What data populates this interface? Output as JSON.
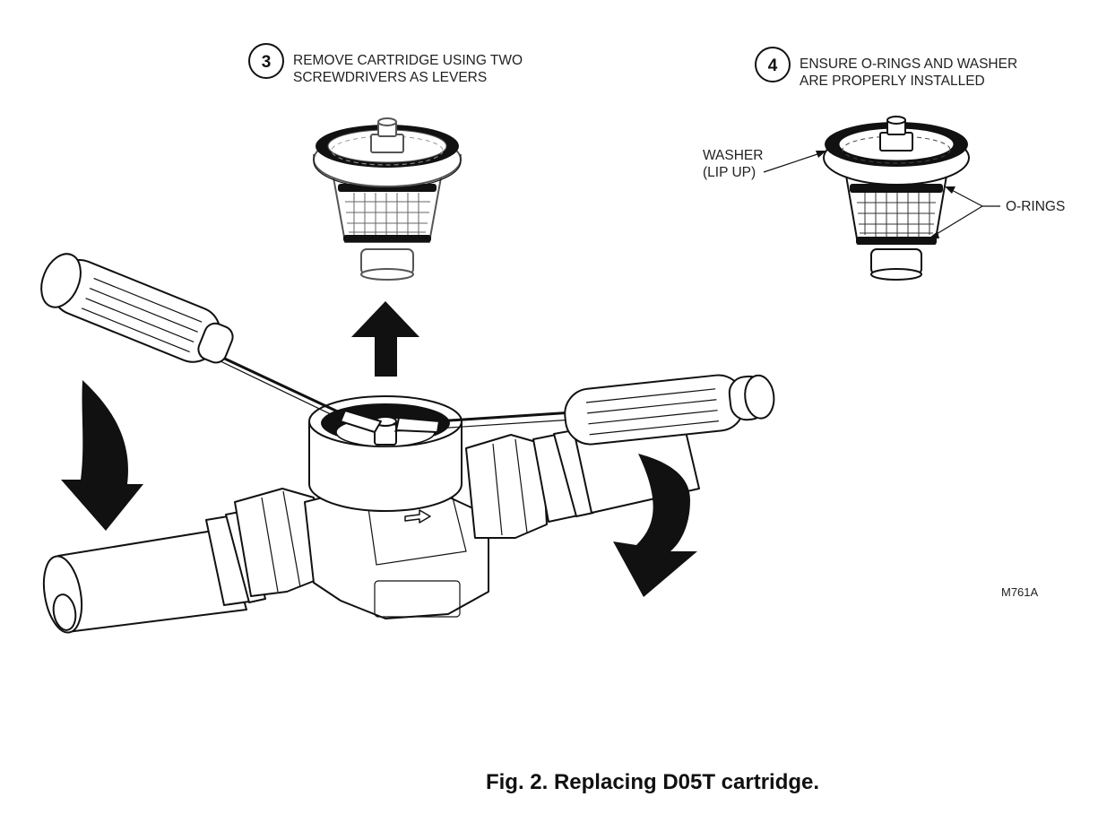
{
  "step3": {
    "number": "3",
    "line1": "REMOVE CARTRIDGE USING TWO",
    "line2": "SCREWDRIVERS AS LEVERS"
  },
  "step4": {
    "number": "4",
    "line1": "ENSURE O-RINGS AND WASHER",
    "line2": "ARE PROPERLY INSTALLED"
  },
  "callouts": {
    "washer_line1": "WASHER",
    "washer_line2": "(LIP UP)",
    "orings": "O-RINGS"
  },
  "figure_id": "M761A",
  "caption": "Fig. 2. Replacing D05T cartridge.",
  "icons": [
    "arrow-up-icon",
    "curved-arrow-down-icon",
    "flow-arrow-icon"
  ]
}
